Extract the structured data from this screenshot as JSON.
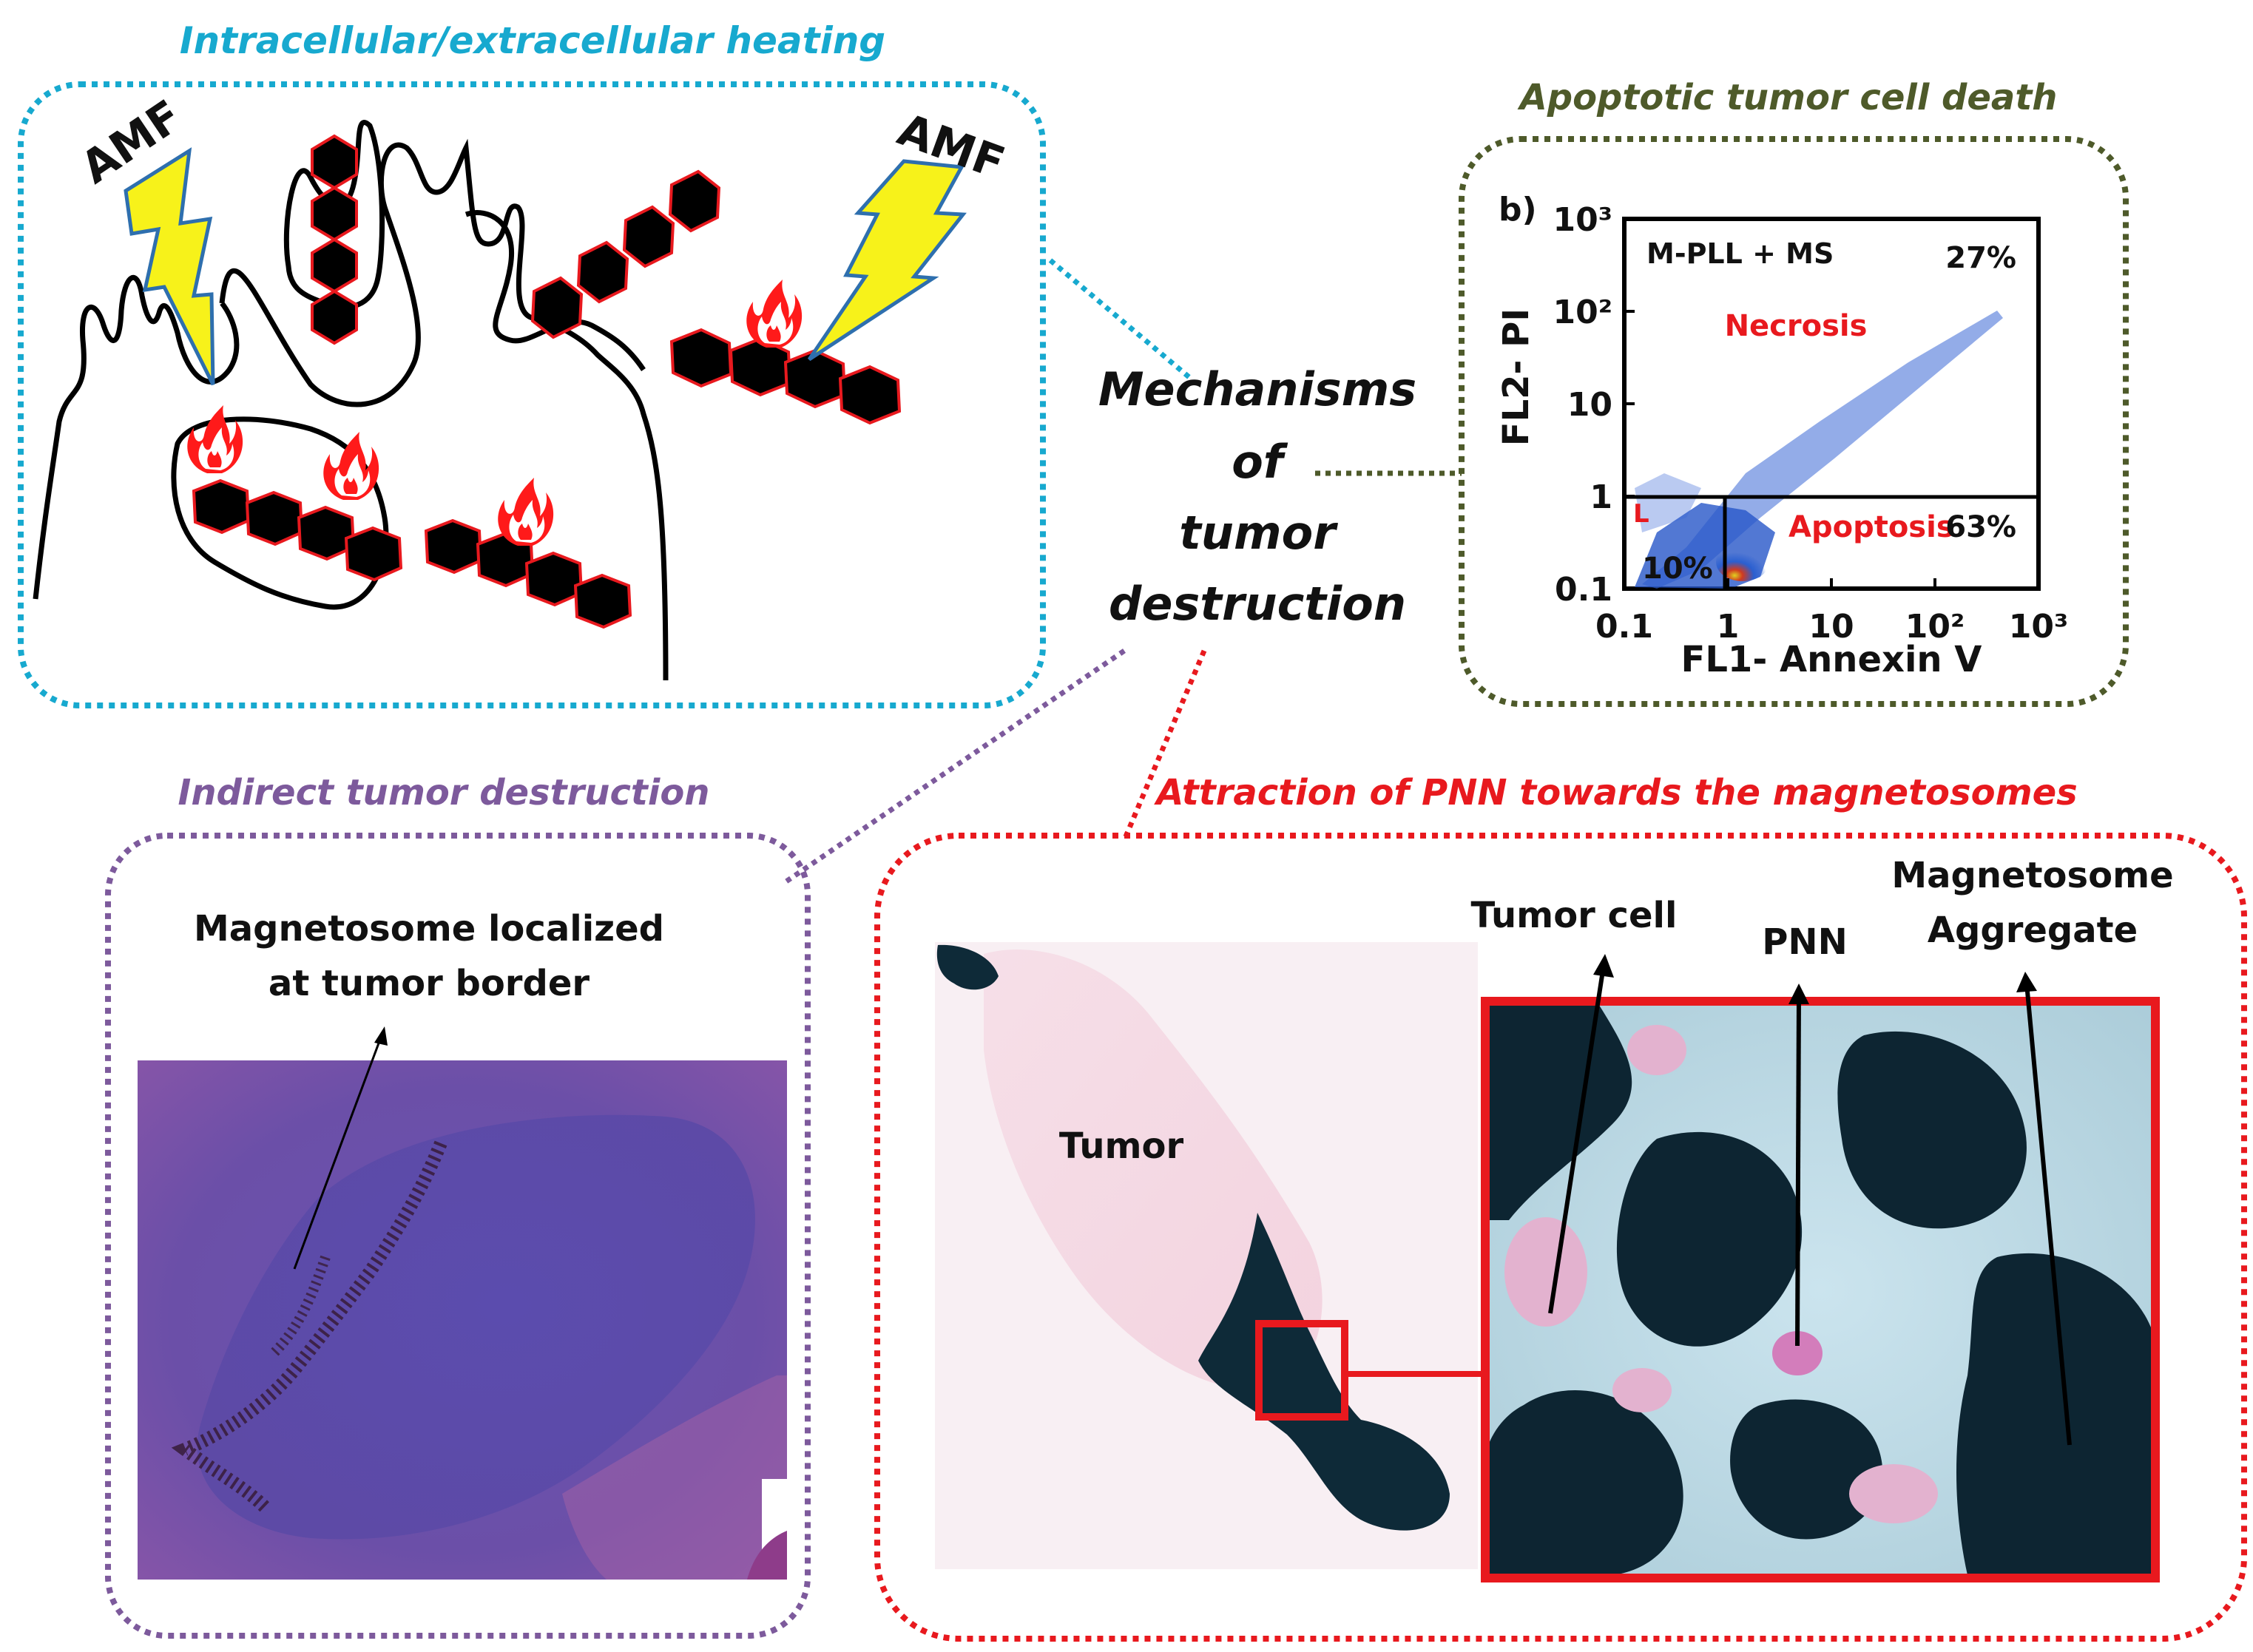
{
  "colors": {
    "heating": "#17a9cf",
    "apoptotic": "#4e5a2a",
    "indirect": "#7d5a9c",
    "pnn": "#e8191e",
    "bolt": "#f7f21a",
    "hex_fill": "#000000",
    "hex_stroke": "#e8191e"
  },
  "center": {
    "line1": "Mechanisms",
    "line2": "of",
    "line3": "tumor",
    "line4": "destruction"
  },
  "heating": {
    "title": "Intracellular/extracellular heating",
    "amf_left": "AMF",
    "amf_right": "AMF",
    "icons": [
      "lightning-bolt-icon",
      "flame-icon",
      "hexagon-chain-icon"
    ]
  },
  "apoptotic": {
    "title": "Apoptotic tumor cell death"
  },
  "indirect": {
    "title": "Indirect tumor destruction",
    "annotation_line1": "Magnetosome localized",
    "annotation_line2": "at tumor border"
  },
  "pnn": {
    "title": "Attraction of PNN towards the magnetosomes",
    "tumor_label": "Tumor",
    "tumor_cell_label": "Tumor cell",
    "pnn_label": "PNN",
    "aggregate_line1": "Magnetosome",
    "aggregate_line2": "Aggregate"
  },
  "chart_data": {
    "type": "scatter",
    "panel_label": "b)",
    "sample_label": "M-PLL + MS",
    "xlabel": "FL1- Annexin V",
    "ylabel": "FL2- PI",
    "x_scale": "log",
    "y_scale": "log",
    "xlim": [
      0.1,
      1000
    ],
    "ylim": [
      0.1,
      1000
    ],
    "x_ticks": [
      "0.1",
      "1",
      "10",
      "10²",
      "10³"
    ],
    "y_ticks": [
      "0.1",
      "1",
      "10",
      "10²",
      "10³"
    ],
    "gates": {
      "x": 1,
      "y": 1
    },
    "quadrants": [
      {
        "name": "Necrosis",
        "percent": "27%"
      },
      {
        "name": "Apoptosis",
        "percent": "63%"
      },
      {
        "name": "L",
        "percent": "10%"
      }
    ]
  }
}
